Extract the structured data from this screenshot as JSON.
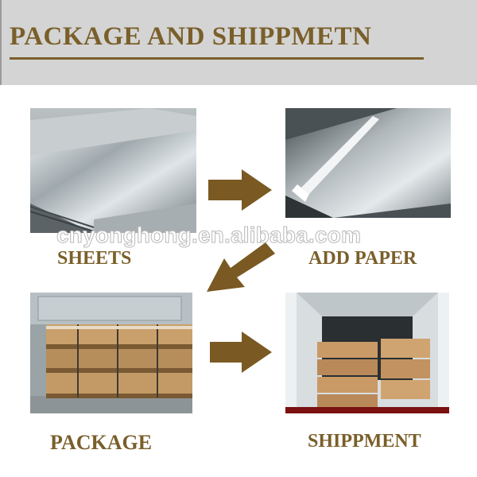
{
  "header": {
    "title": "PACKAGE AND SHIPPMETN",
    "text_color": "#7a5f2a",
    "background": "#d4d4d4"
  },
  "watermark": {
    "text": "cnyonghong.en.alibaba.com"
  },
  "steps": [
    {
      "caption": "SHEETS",
      "photo": "stacked-aluminum-sheets"
    },
    {
      "caption": "ADD PAPER",
      "photo": "aluminum-sheet-with-paper"
    },
    {
      "caption": "PACKAGE",
      "photo": "wooden-pallet-packages"
    },
    {
      "caption": "SHIPPMENT",
      "photo": "container-loading"
    }
  ],
  "arrow_color": "#7a5a22"
}
